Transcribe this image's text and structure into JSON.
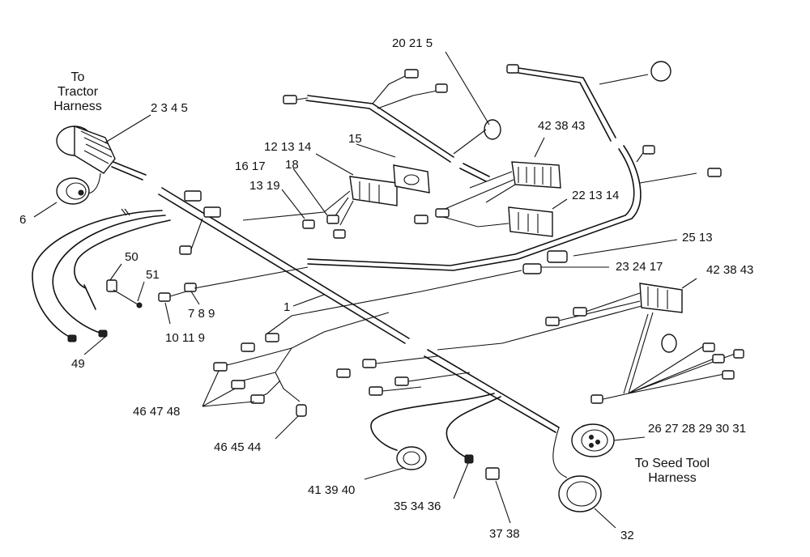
{
  "callouts": {
    "c_2_3_4_5": "2 3 4 5",
    "c_6": "6",
    "c_20_21_5": "20 21 5",
    "c_12_13_14": "12 13 14",
    "c_15": "15",
    "c_16_17": "16 17",
    "c_18": "18",
    "c_13_19": "13 19",
    "c_42_38_43_top": "42 38 43",
    "c_22_13_14": "22 13 14",
    "c_25_13": "25 13",
    "c_23_24_17": "23 24 17",
    "c_42_38_43_mid": "42 38 43",
    "c_50": "50",
    "c_51": "51",
    "c_1": "1",
    "c_7_8_9": "7 8 9",
    "c_10_11_9": "10 11 9",
    "c_49": "49",
    "c_46_47_48": "46 47 48",
    "c_46_45_44": "46 45 44",
    "c_41_39_40": "41 39 40",
    "c_35_34_36": "35 34 36",
    "c_37_38": "37 38",
    "c_32": "32",
    "c_26_31": "26 27 28 29 30 31"
  },
  "notes": {
    "tractor_line1": "To",
    "tractor_line2": "Tractor",
    "tractor_line3": "Harness",
    "seed_line1": "To Seed Tool",
    "seed_line2": "Harness"
  }
}
